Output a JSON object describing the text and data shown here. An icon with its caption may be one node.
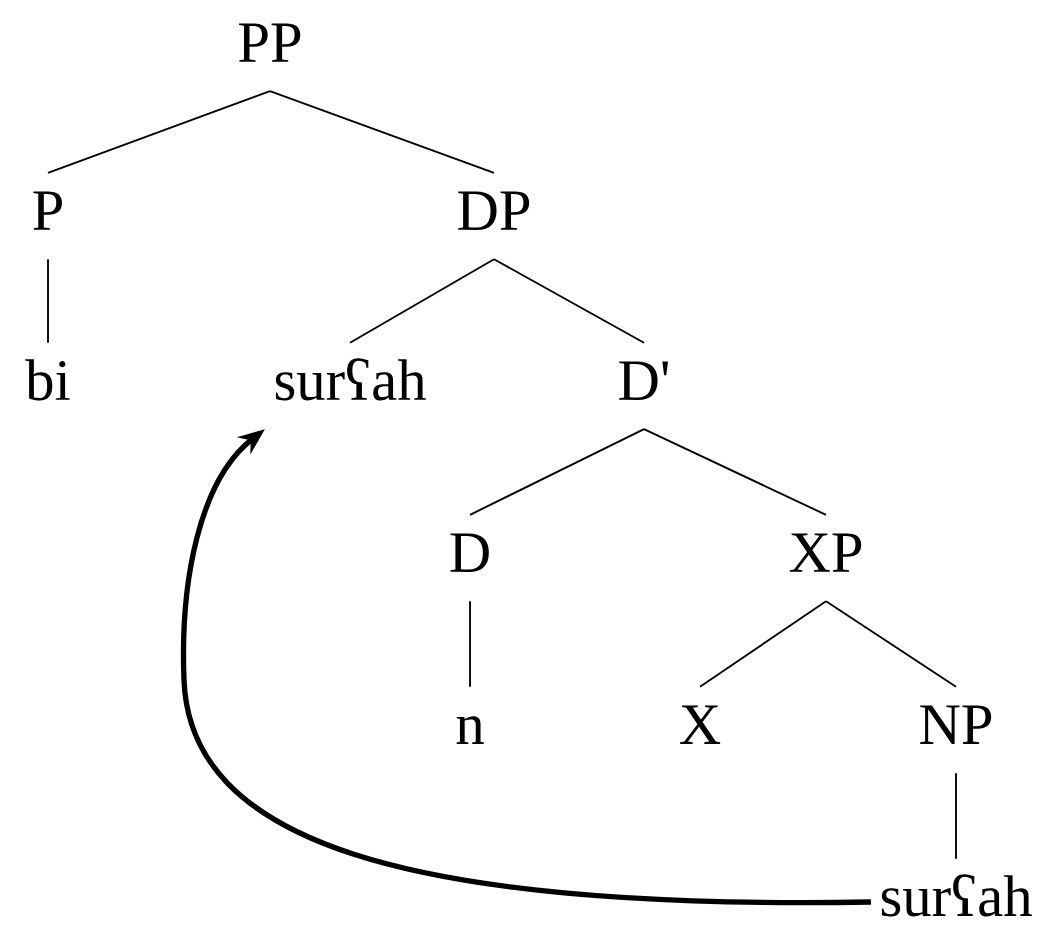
{
  "diagram": {
    "nodes": [
      {
        "text": [
          "PP"
        ]
      },
      {
        "text": [
          "P"
        ]
      },
      {
        "text": [
          "DP"
        ]
      },
      {
        "text": [
          "bi"
        ]
      },
      {
        "text": [
          "surʕah"
        ]
      },
      {
        "text": [
          "D'"
        ]
      },
      {
        "text": [
          "D"
        ]
      },
      {
        "text": [
          "XP"
        ]
      },
      {
        "text": [
          "n"
        ]
      },
      {
        "text": [
          "X"
        ]
      },
      {
        "text": [
          "NP"
        ]
      },
      {
        "text": [
          "surʕah"
        ]
      }
    ],
    "edges": [
      {
        "from": 0,
        "to": 1,
        "arrow": "none"
      },
      {
        "from": 0,
        "to": 2,
        "arrow": "none"
      },
      {
        "from": 1,
        "to": 3,
        "arrow": "none"
      },
      {
        "from": 2,
        "to": 4,
        "arrow": "none"
      },
      {
        "from": 2,
        "to": 5,
        "arrow": "none"
      },
      {
        "from": 5,
        "to": 6,
        "arrow": "none"
      },
      {
        "from": 5,
        "to": 7,
        "arrow": "none"
      },
      {
        "from": 6,
        "to": 8,
        "arrow": "none"
      },
      {
        "from": 7,
        "to": 9,
        "arrow": "none"
      },
      {
        "from": 7,
        "to": 10,
        "arrow": "none"
      },
      {
        "from": 10,
        "to": 11,
        "arrow": "none"
      },
      {
        "from": 11,
        "to": 4,
        "arrow": "to",
        "style": "thick"
      }
    ]
  }
}
